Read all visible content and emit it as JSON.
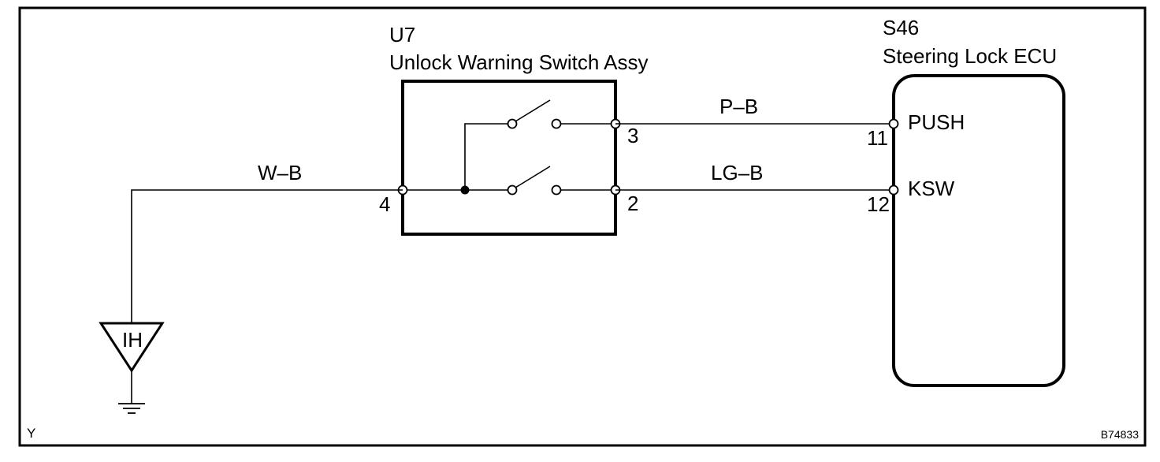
{
  "components": {
    "switch_assy": {
      "code": "U7",
      "name": "Unlock Warning Switch Assy",
      "terminals": {
        "in": "4",
        "top": "3",
        "bottom": "2"
      }
    },
    "ecu": {
      "code": "S46",
      "name": "Steering Lock ECU",
      "pins": [
        {
          "number": "11",
          "label": "PUSH"
        },
        {
          "number": "12",
          "label": "KSW"
        }
      ]
    },
    "ground_point": {
      "code": "IH"
    }
  },
  "wires": {
    "ground_wire": "W–B",
    "push_wire": "P–B",
    "ksw_wire": "LG–B"
  },
  "corner_labels": {
    "bottom_left": "Y",
    "bottom_right": "B74833"
  },
  "colors": {
    "ink": "#000000",
    "background": "#ffffff"
  }
}
